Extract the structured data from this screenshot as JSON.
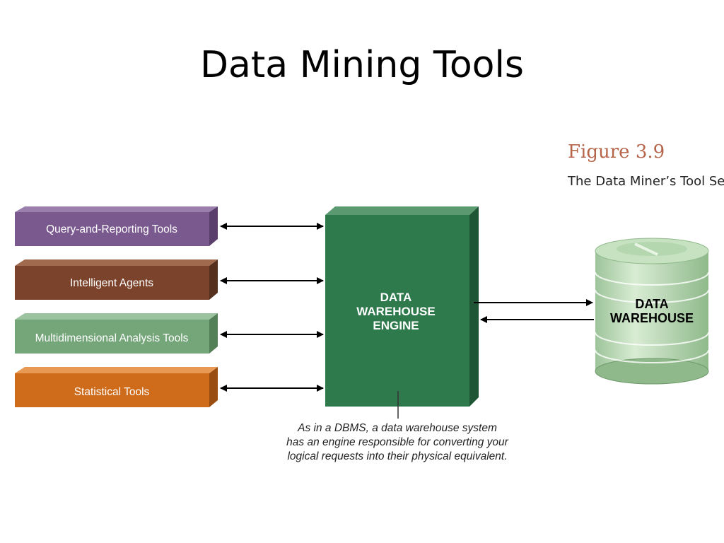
{
  "slide": {
    "title": "Data Mining Tools"
  },
  "figure": {
    "label": "Figure 3.9",
    "caption": "The Data Miner’s Tool Se"
  },
  "tools": [
    {
      "label": "Query-and-Reporting Tools",
      "color": "#7a5a8e"
    },
    {
      "label": "Intelligent Agents",
      "color": "#7b432b"
    },
    {
      "label": "Multidimensional Analysis Tools",
      "color": "#74a67a"
    },
    {
      "label": "Statistical Tools",
      "color": "#cf6c1b"
    }
  ],
  "engine": {
    "lines": [
      "DATA",
      "WAREHOUSE",
      "ENGINE"
    ],
    "color": "#2f7a4d"
  },
  "warehouse": {
    "lines": [
      "DATA",
      "WAREHOUSE"
    ],
    "color": "#a9cfa2"
  },
  "note": {
    "lines": [
      "As in a DBMS, a data warehouse system",
      "has an engine responsible  for converting your",
      "logical requests into their physical equivalent."
    ]
  }
}
